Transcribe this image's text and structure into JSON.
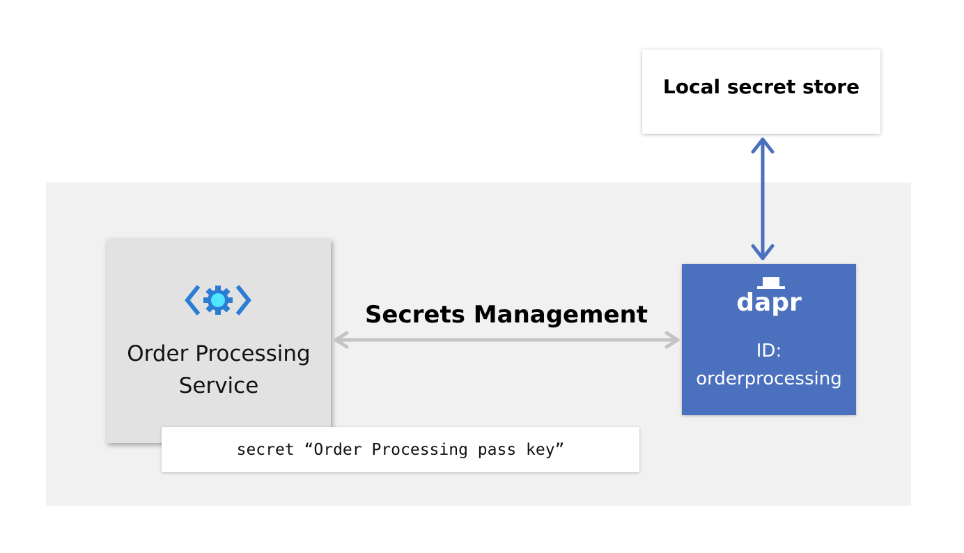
{
  "diagram": {
    "external_store": {
      "label": "Local secret store"
    },
    "service": {
      "label_line1": "Order Processing",
      "label_line2": "Service",
      "icon": "api-gear-icon"
    },
    "sidecar": {
      "logo_text": "dapr",
      "id_line1": "ID:",
      "id_line2": "orderprocessing"
    },
    "connection": {
      "label": "Secrets Management"
    },
    "secret": {
      "text": "secret “Order Processing pass key”"
    }
  },
  "colors": {
    "host_background": "#f1f1f1",
    "service_box": "#e2e2e2",
    "sidecar_box": "#4a70be",
    "store_arrow": "#4a70be",
    "mgmt_arrow": "#c4c4c4",
    "icon_blue": "#2b7cd3",
    "icon_cyan": "#50e6ff"
  }
}
